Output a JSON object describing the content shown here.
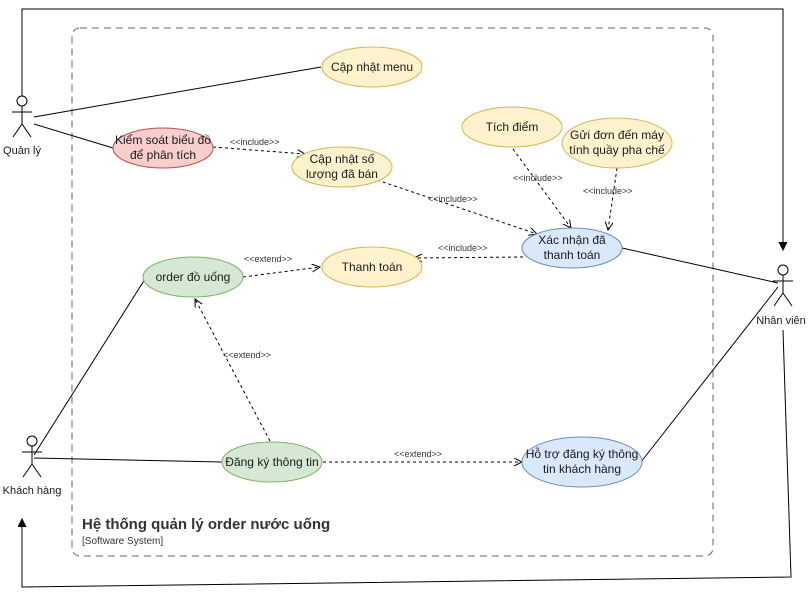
{
  "system": {
    "title": "Hệ thống quản lý order nước uống",
    "subtitle": "[Software System]"
  },
  "actors": {
    "quan_ly": "Quản lý",
    "khach_hang": "Khách hàng",
    "nhan_vien": "Nhân viên"
  },
  "use_cases": {
    "cap_nhat_menu": "Cập nhật menu",
    "kiem_soat_1": "Kiểm soát biểu đồ",
    "kiem_soat_2": "để phân tích",
    "cap_nhat_sl_1": "Cập nhật số",
    "cap_nhat_sl_2": "lượng đã bán",
    "tich_diem": "Tích điểm",
    "gui_don_1": "Gửi đơn đến máy",
    "gui_don_2": "tính quầy pha chế",
    "xac_nhan_1": "Xác nhận đã",
    "xac_nhan_2": "thanh toán",
    "order": "order đồ uống",
    "thanh_toan": "Thanh toán",
    "dang_ky": "Đăng ký thông tin",
    "ho_tro_1": "Hỗ trợ đăng ký thông",
    "ho_tro_2": "tin khách hàng"
  },
  "relations": {
    "include": "<<include>>",
    "extend": "<<extend>>"
  },
  "colors": {
    "yellow_fill": "#fff2cc",
    "yellow_stroke": "#d6b656",
    "red_fill": "#f8cecc",
    "red_stroke": "#b85450",
    "green_fill": "#d5e8d4",
    "green_stroke": "#82b366",
    "blue_fill": "#dae8fc",
    "blue_stroke": "#6c8ebf"
  }
}
